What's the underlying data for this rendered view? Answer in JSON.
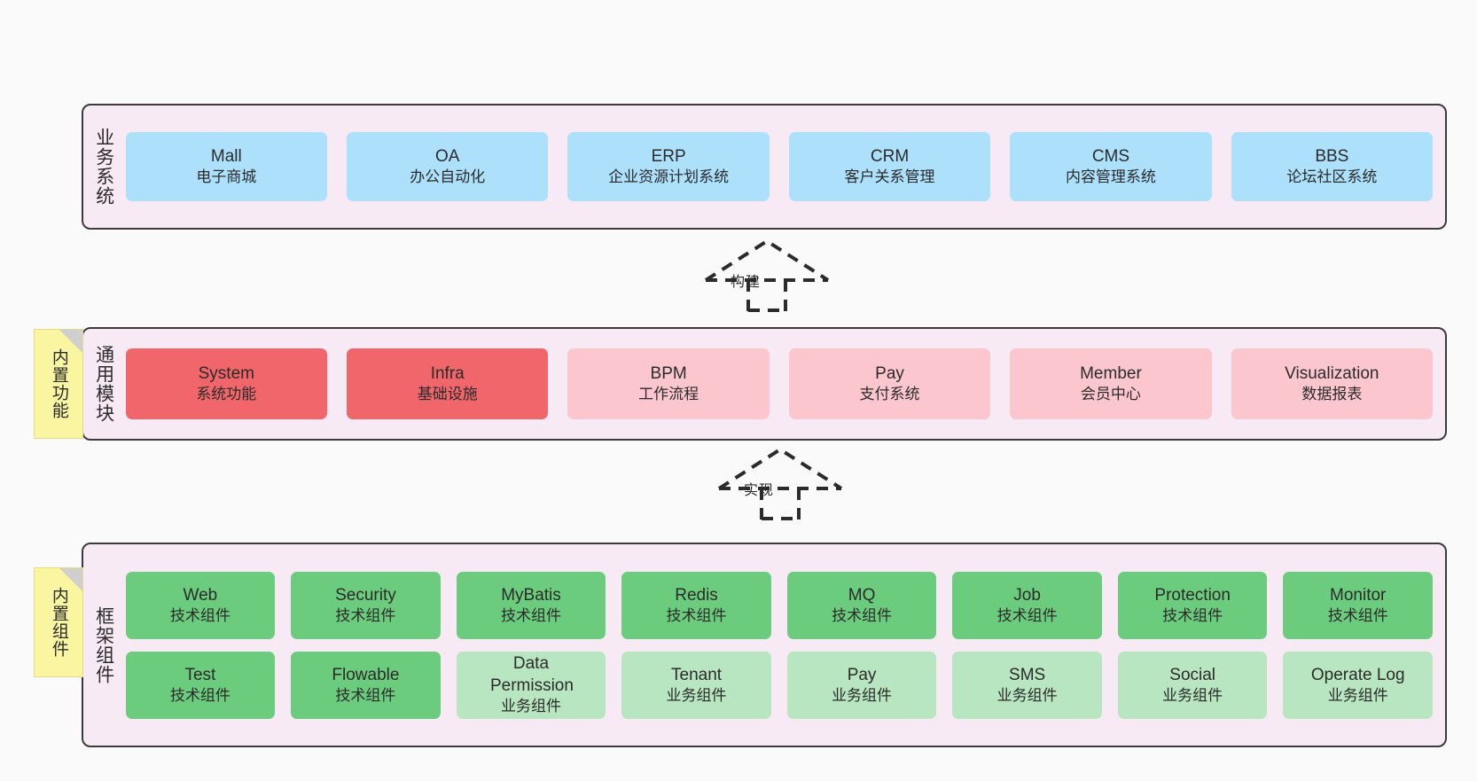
{
  "diagram": {
    "background_color": "#fafafa",
    "section_fill": "#f8eaf4",
    "section_border": "#3b3b3b"
  },
  "layers": [
    {
      "id": "business-system",
      "title": "业务系统",
      "tag": null,
      "nodes": [
        {
          "en": "Mall",
          "cn": "电子商城",
          "color": "#ace0fb",
          "style": "node-blue"
        },
        {
          "en": "OA",
          "cn": "办公自动化",
          "color": "#ace0fb",
          "style": "node-blue"
        },
        {
          "en": "ERP",
          "cn": "企业资源计划系统",
          "color": "#ace0fb",
          "style": "node-blue"
        },
        {
          "en": "CRM",
          "cn": "客户关系管理",
          "color": "#ace0fb",
          "style": "node-blue"
        },
        {
          "en": "CMS",
          "cn": "内容管理系统",
          "color": "#ace0fb",
          "style": "node-blue"
        },
        {
          "en": "BBS",
          "cn": "论坛社区系统",
          "color": "#ace0fb",
          "style": "node-blue"
        }
      ]
    },
    {
      "id": "common-module",
      "title": "通用模块",
      "tag": "内置功能",
      "nodes": [
        {
          "en": "System",
          "cn": "系统功能",
          "color": "#f1666a",
          "style": "node-red"
        },
        {
          "en": "Infra",
          "cn": "基础设施",
          "color": "#f1666a",
          "style": "node-red"
        },
        {
          "en": "BPM",
          "cn": "工作流程",
          "color": "#fbc6cd",
          "style": "node-pink"
        },
        {
          "en": "Pay",
          "cn": "支付系统",
          "color": "#fbc6cd",
          "style": "node-pink"
        },
        {
          "en": "Member",
          "cn": "会员中心",
          "color": "#fbc6cd",
          "style": "node-pink"
        },
        {
          "en": "Visualization",
          "cn": "数据报表",
          "color": "#fbc6cd",
          "style": "node-pink"
        }
      ]
    },
    {
      "id": "framework-component",
      "title": "框架组件",
      "tag": "内置组件",
      "rows": [
        [
          {
            "en": "Web",
            "cn": "技术组件",
            "color": "#6ccc7e",
            "style": "node-green"
          },
          {
            "en": "Security",
            "cn": "技术组件",
            "color": "#6ccc7e",
            "style": "node-green"
          },
          {
            "en": "MyBatis",
            "cn": "技术组件",
            "color": "#6ccc7e",
            "style": "node-green"
          },
          {
            "en": "Redis",
            "cn": "技术组件",
            "color": "#6ccc7e",
            "style": "node-green"
          },
          {
            "en": "MQ",
            "cn": "技术组件",
            "color": "#6ccc7e",
            "style": "node-green"
          },
          {
            "en": "Job",
            "cn": "技术组件",
            "color": "#6ccc7e",
            "style": "node-green"
          },
          {
            "en": "Protection",
            "cn": "技术组件",
            "color": "#6ccc7e",
            "style": "node-green"
          },
          {
            "en": "Monitor",
            "cn": "技术组件",
            "color": "#6ccc7e",
            "style": "node-green"
          }
        ],
        [
          {
            "en": "Test",
            "cn": "技术组件",
            "color": "#6ccc7e",
            "style": "node-green"
          },
          {
            "en": "Flowable",
            "cn": "技术组件",
            "color": "#6ccc7e",
            "style": "node-green"
          },
          {
            "en": "Data Permission",
            "cn": "业务组件",
            "color": "#b8e6c0",
            "style": "node-lgreen"
          },
          {
            "en": "Tenant",
            "cn": "业务组件",
            "color": "#b8e6c0",
            "style": "node-lgreen"
          },
          {
            "en": "Pay",
            "cn": "业务组件",
            "color": "#b8e6c0",
            "style": "node-lgreen"
          },
          {
            "en": "SMS",
            "cn": "业务组件",
            "color": "#b8e6c0",
            "style": "node-lgreen"
          },
          {
            "en": "Social",
            "cn": "业务组件",
            "color": "#b8e6c0",
            "style": "node-lgreen"
          },
          {
            "en": "Operate Log",
            "cn": "业务组件",
            "color": "#b8e6c0",
            "style": "node-lgreen"
          }
        ]
      ]
    }
  ],
  "connectors": [
    {
      "id": "build",
      "label": "构建",
      "from": "common-module",
      "to": "business-system"
    },
    {
      "id": "implement",
      "label": "实现",
      "from": "framework-component",
      "to": "common-module"
    }
  ]
}
